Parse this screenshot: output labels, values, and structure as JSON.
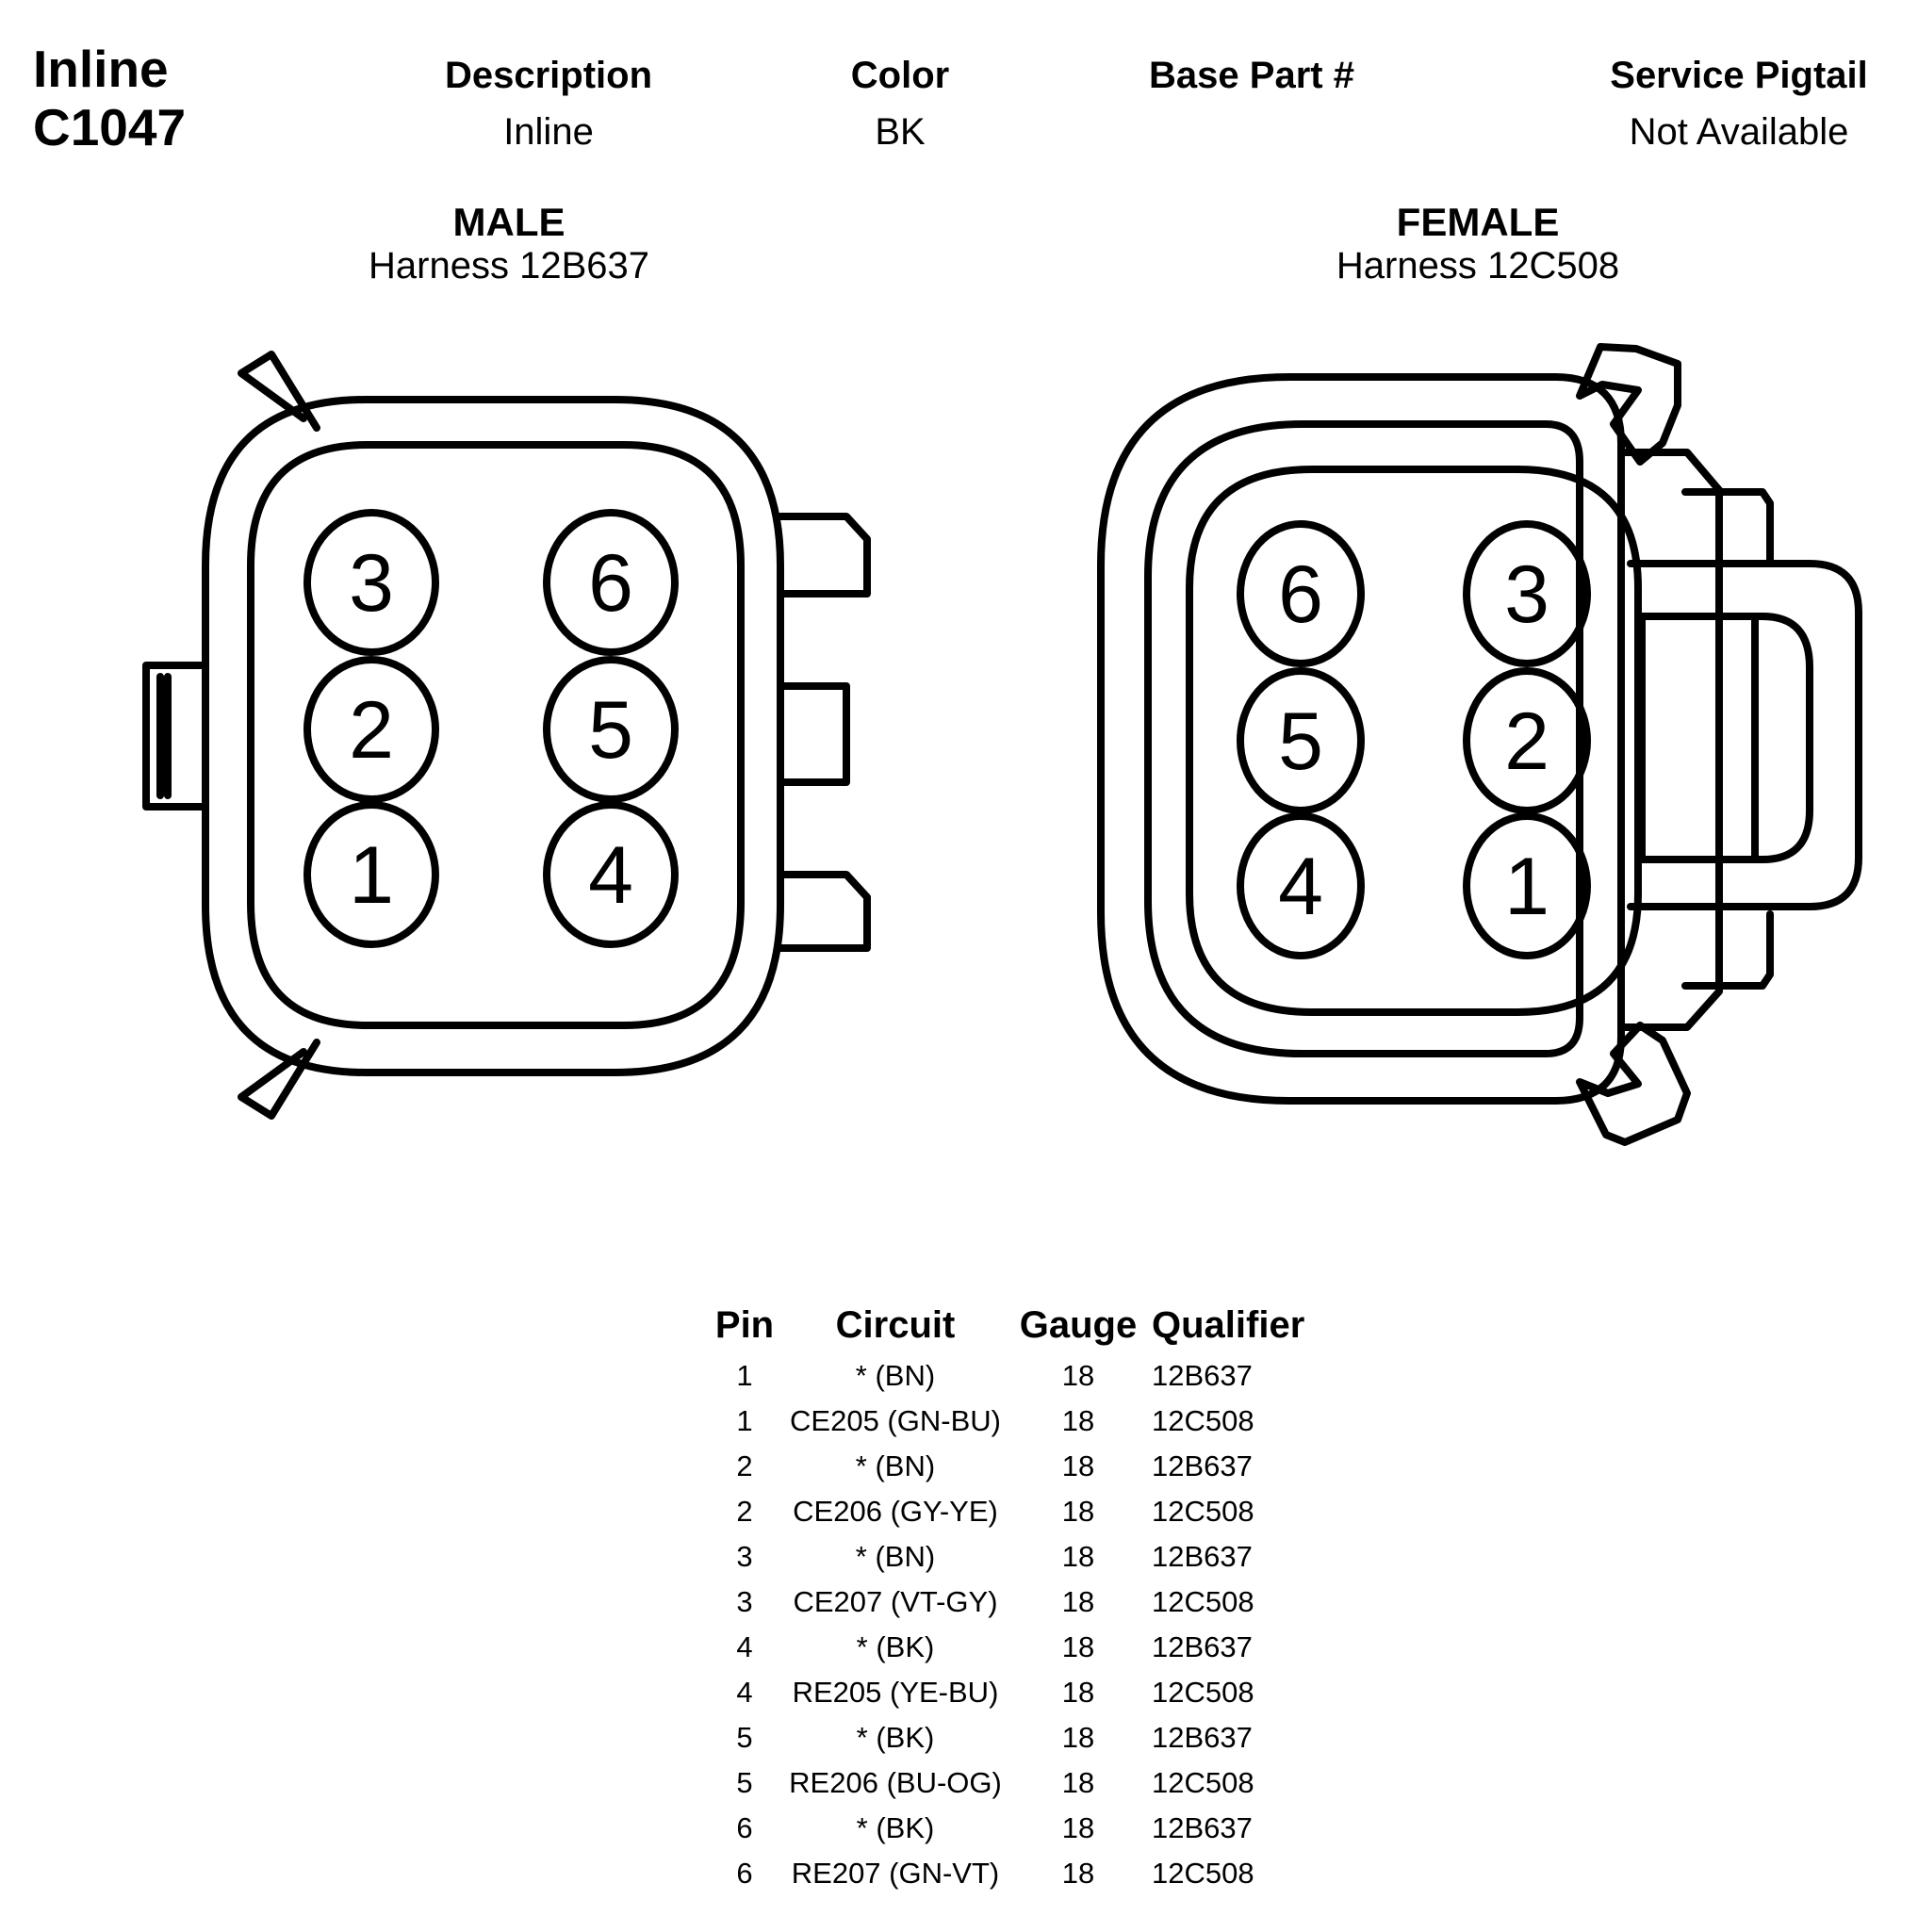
{
  "connector": {
    "type": "Inline",
    "id": "C1047"
  },
  "header": {
    "description_label": "Description",
    "description_value": "Inline",
    "color_label": "Color",
    "color_value": "BK",
    "base_part_label": "Base Part #",
    "base_part_value": "",
    "service_pigtail_label": "Service Pigtail",
    "service_pigtail_value": "Not Available"
  },
  "male": {
    "title": "MALE",
    "harness": "Harness  12B637",
    "pins": [
      "3",
      "6",
      "2",
      "5",
      "1",
      "4"
    ]
  },
  "female": {
    "title": "FEMALE",
    "harness": "Harness  12C508",
    "pins": [
      "6",
      "3",
      "5",
      "2",
      "4",
      "1"
    ]
  },
  "table": {
    "headers": [
      "Pin",
      "Circuit",
      "Gauge",
      "Qualifier"
    ],
    "rows": [
      {
        "pin": "1",
        "circuit": "* (BN)",
        "gauge": "18",
        "qualifier": "12B637"
      },
      {
        "pin": "1",
        "circuit": "CE205 (GN-BU)",
        "gauge": "18",
        "qualifier": "12C508"
      },
      {
        "pin": "2",
        "circuit": "* (BN)",
        "gauge": "18",
        "qualifier": "12B637"
      },
      {
        "pin": "2",
        "circuit": "CE206 (GY-YE)",
        "gauge": "18",
        "qualifier": "12C508"
      },
      {
        "pin": "3",
        "circuit": "* (BN)",
        "gauge": "18",
        "qualifier": "12B637"
      },
      {
        "pin": "3",
        "circuit": "CE207 (VT-GY)",
        "gauge": "18",
        "qualifier": "12C508"
      },
      {
        "pin": "4",
        "circuit": "* (BK)",
        "gauge": "18",
        "qualifier": "12B637"
      },
      {
        "pin": "4",
        "circuit": "RE205 (YE-BU)",
        "gauge": "18",
        "qualifier": "12C508"
      },
      {
        "pin": "5",
        "circuit": "* (BK)",
        "gauge": "18",
        "qualifier": "12B637"
      },
      {
        "pin": "5",
        "circuit": "RE206 (BU-OG)",
        "gauge": "18",
        "qualifier": "12C508"
      },
      {
        "pin": "6",
        "circuit": "* (BK)",
        "gauge": "18",
        "qualifier": "12B637"
      },
      {
        "pin": "6",
        "circuit": "RE207 (GN-VT)",
        "gauge": "18",
        "qualifier": "12C508"
      }
    ]
  }
}
